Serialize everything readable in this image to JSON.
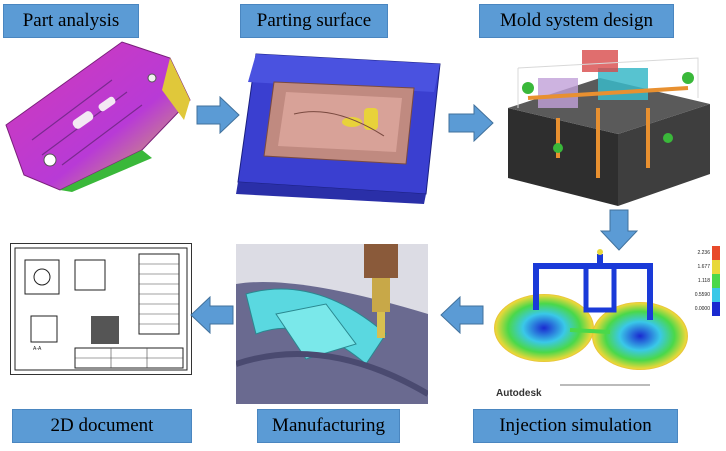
{
  "steps": {
    "part_analysis": "Part analysis",
    "parting_surface": "Parting surface",
    "mold_system_design": "Mold system design",
    "injection_simulation": "Injection simulation",
    "manufacturing": "Manufacturing",
    "document_2d": "2D document"
  },
  "simulation": {
    "brand": "Autodesk",
    "scale_values": [
      "2.236",
      "1.677",
      "1.118",
      "0.5590",
      "0.0000"
    ]
  },
  "drawing": {
    "section_label": "A-A"
  },
  "colors": {
    "label_fill": "#5b9bd5",
    "arrow_fill": "#5b9bd5",
    "arrow_stroke": "#41719c"
  },
  "icons": {
    "arrow": "block-arrow"
  }
}
